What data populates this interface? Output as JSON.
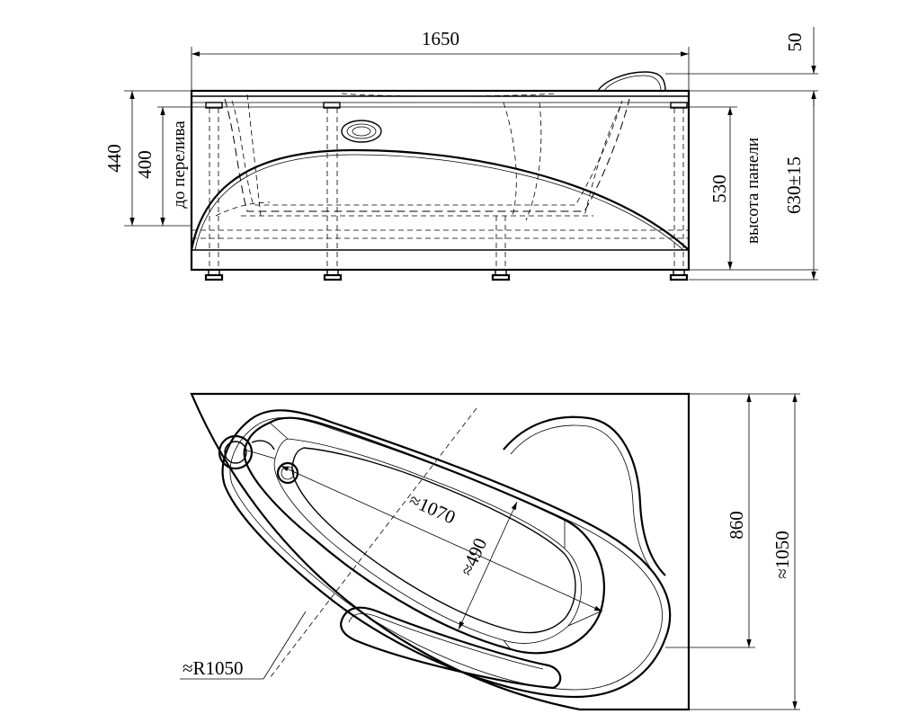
{
  "side_view": {
    "dim_length": "1650",
    "dim_headrest": "50",
    "dim_total_height": "440",
    "dim_overflow": "400",
    "label_overflow": "до перелива",
    "dim_panel": "530",
    "label_panel": "высота панели",
    "dim_adjustable": "630±15"
  },
  "top_view": {
    "dim_inner_length": "≈1070",
    "dim_inner_width": "≈490",
    "dim_depth": "860",
    "dim_total_depth": "≈1050",
    "dim_radius": "≈R1050"
  }
}
